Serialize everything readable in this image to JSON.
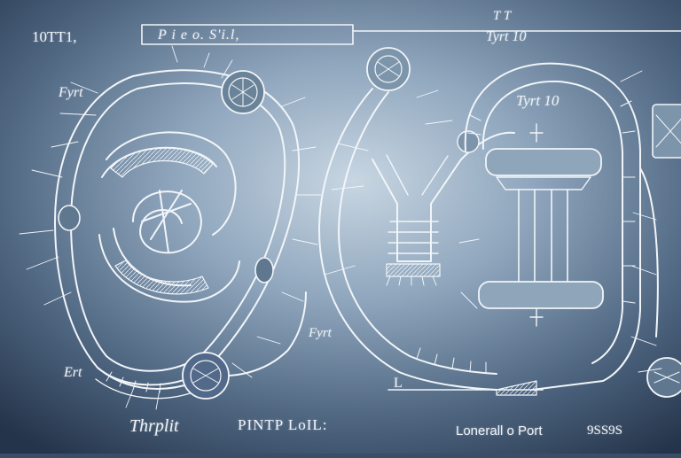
{
  "labels": {
    "corner_number": "10TT1,",
    "title_box": "P i e    o.      S'i.l,",
    "sheet_mark": "T  T",
    "sheet_ref": "Tyrt 10",
    "fig_left": "Fyrt",
    "fig_right": "Tyrt 10",
    "fig_middle": "Fyrt",
    "fig_bottom_left": "Ert",
    "mark_l": "L",
    "signature": "Thrplit",
    "bottom_text": "PINTP  LoIL:",
    "bottom_right": "Lonerall   o  Port",
    "bottom_number": "9SS9S"
  },
  "colors": {
    "background": "#3a4e66",
    "line": "#f1f5f9"
  }
}
